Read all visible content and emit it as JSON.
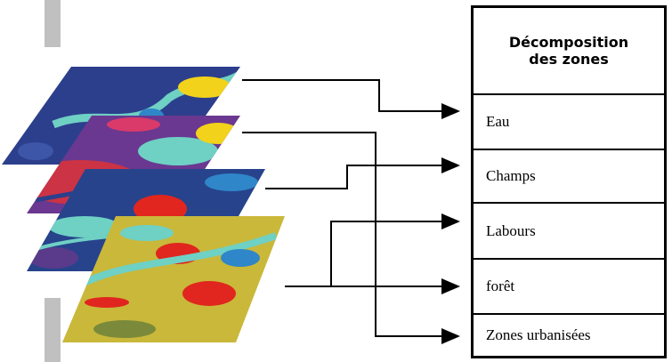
{
  "legend": {
    "title": "Décomposition\ndes zones",
    "items": [
      {
        "label": "Eau"
      },
      {
        "label": "Champs"
      },
      {
        "label": "Labours"
      },
      {
        "label": "forêt"
      },
      {
        "label": "Zones urbanisées"
      }
    ]
  },
  "colors": {
    "layer_bases": [
      "#2c3f8c",
      "#6a3890",
      "#27438c",
      "#c9b83a"
    ],
    "water_patch": "#6fd0c4",
    "yellow_patch": "#f2d21b",
    "red_patch": "#e0261e",
    "blue_patch": "#2f86c8",
    "bar": "#c0c0c0"
  },
  "connections": [
    {
      "from_layer": 1,
      "to_item": 1
    },
    {
      "from_layer": 2,
      "to_item": 5
    },
    {
      "from_layer": 3,
      "to_item": 2
    },
    {
      "from_layer": 4,
      "to_item": 3
    },
    {
      "from_layer": 4,
      "to_item": 4
    }
  ]
}
